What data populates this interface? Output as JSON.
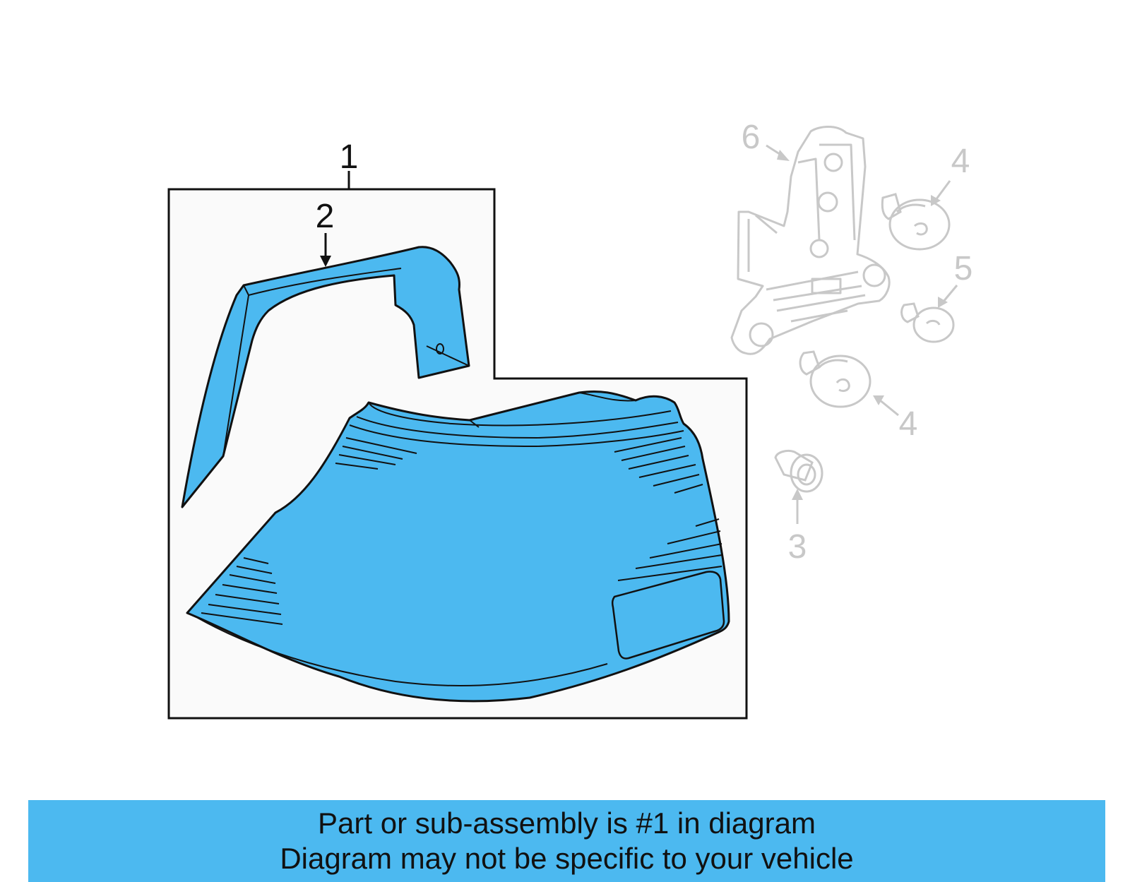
{
  "callouts": {
    "assembly": "1",
    "trim": "2",
    "socket": "3",
    "bulb_a": "4",
    "bulb_b": "4",
    "bulb_c": "5",
    "holder": "6"
  },
  "colors": {
    "highlight": "#4cb9f0",
    "outline": "#111111",
    "faded": "#c8c8c8",
    "banner": "#4cb9f0"
  },
  "banner": {
    "line1": "Part or sub-assembly is #1 in diagram",
    "line2": "Diagram may not be specific to your vehicle"
  }
}
